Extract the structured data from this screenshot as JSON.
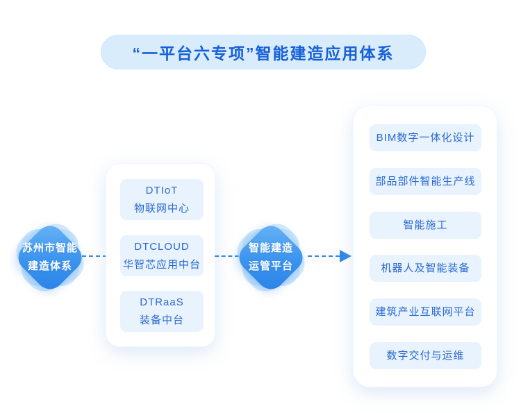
{
  "title": {
    "text": "“一平台六专项”智能建造应用体系"
  },
  "colors": {
    "title_text": "#1660d9",
    "title_pill_bg": "#d9ecfc",
    "diamond_gradient_from": "#6ab5f5",
    "diamond_gradient_to": "#2a81e8",
    "connector_blue": "#2f87e8",
    "box_bg": "#e8f3fd",
    "box_text": "#2a68d0"
  },
  "left_node": {
    "lines": [
      "苏州市智能",
      "建造体系"
    ]
  },
  "center_node": {
    "lines": [
      "智能建造",
      "运管平台"
    ]
  },
  "platform_card": {
    "items": [
      {
        "title": "DTIoT",
        "subtitle": "物联网中心"
      },
      {
        "title": "DTCLOUD",
        "subtitle": "华智芯应用中台"
      },
      {
        "title": "DTRaaS",
        "subtitle": "装备中台"
      }
    ]
  },
  "specialties_card": {
    "items": [
      "BIM数字一体化设计",
      "部品部件智能生产线",
      "智能施工",
      "机器人及智能装备",
      "建筑产业互联网平台",
      "数字交付与运维"
    ]
  }
}
